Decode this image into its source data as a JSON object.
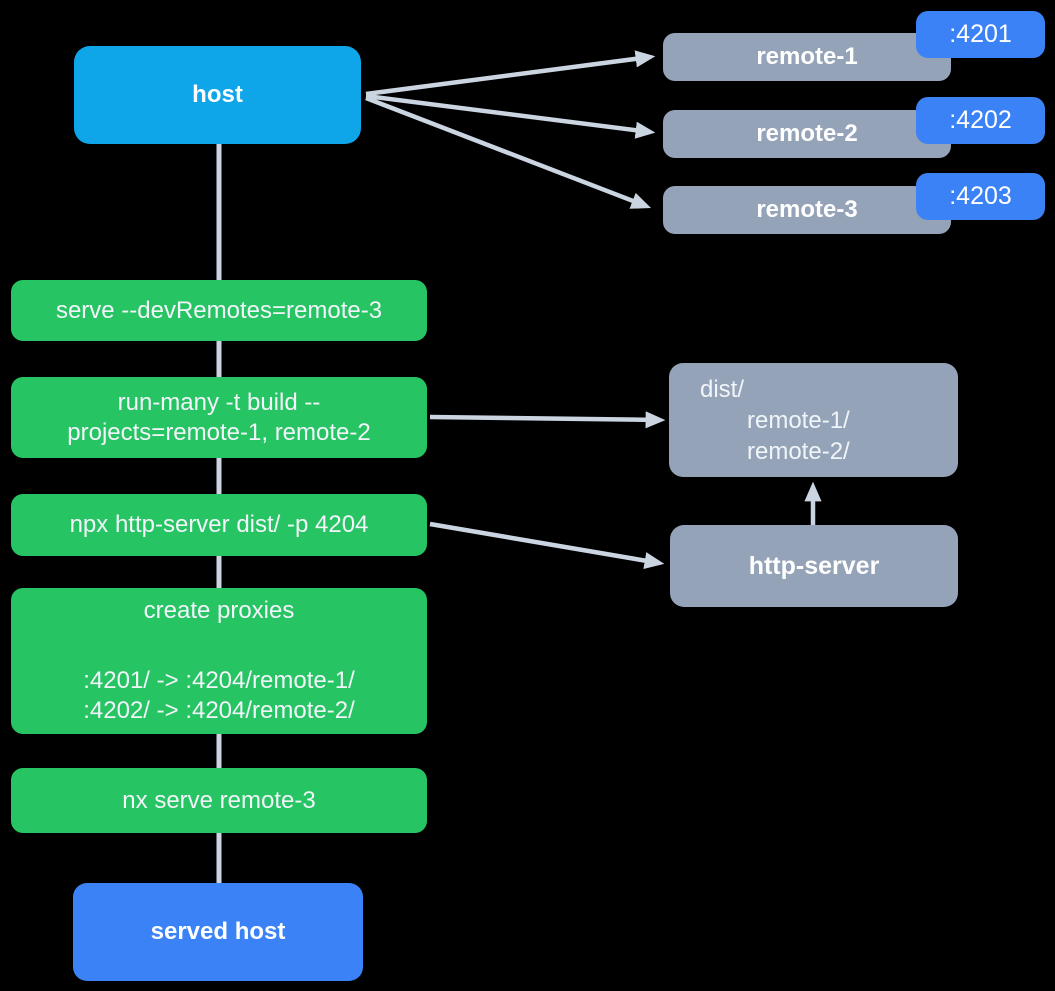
{
  "colors": {
    "background": "#000000",
    "host_blue": "#0ea5e9",
    "port_blue": "#3b82f6",
    "served_host_blue": "#3b82f6",
    "step_green": "#27c463",
    "node_gray": "#94a3b8",
    "arrow_gray": "#cbd5e1",
    "text_white": "#ffffff"
  },
  "nodes": {
    "host": {
      "label": "host"
    },
    "served_host": {
      "label": "served host"
    },
    "http_server": {
      "label": "http-server"
    },
    "dist": {
      "lines": [
        "dist/",
        "remote-1/",
        "remote-2/"
      ]
    },
    "remotes": [
      {
        "label": "remote-1",
        "port": ":4201"
      },
      {
        "label": "remote-2",
        "port": ":4202"
      },
      {
        "label": "remote-3",
        "port": ":4203"
      }
    ],
    "steps": [
      {
        "line1": "serve --devRemotes=remote-3"
      },
      {
        "line1": "run-many -t build --",
        "line2": "projects=remote-1, remote-2"
      },
      {
        "line1": "npx http-server dist/ -p 4204"
      },
      {
        "title": "create proxies",
        "line1": ":4201/ -> :4204/remote-1/",
        "line2": ":4202/ -> :4204/remote-2/"
      },
      {
        "line1": "nx serve remote-3"
      }
    ]
  }
}
